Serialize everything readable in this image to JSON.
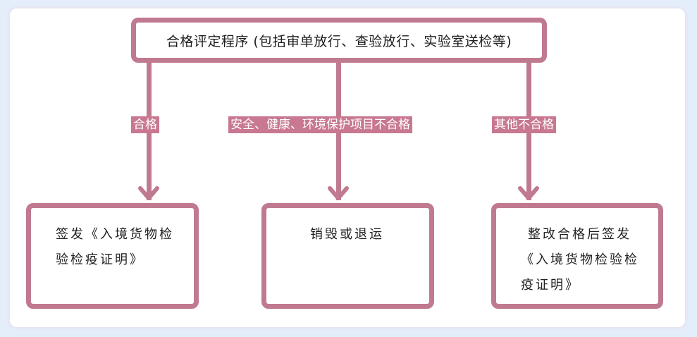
{
  "diagram": {
    "process_box": {
      "text": "合格评定程序 (包括审单放行、查验放行、实验室送检等)"
    },
    "branches": [
      {
        "condition": "合格",
        "result_lines": [
          "签发《入境货物检",
          "验检疫证明》"
        ]
      },
      {
        "condition": "安全、健康、环境保护项目不合格",
        "result_lines": [
          "销毁或退运"
        ]
      },
      {
        "condition": "其他不合格",
        "result_lines": [
          "整改合格后签发",
          "《入境货物检验检",
          "疫证明》"
        ]
      }
    ],
    "colors": {
      "border": "#c07a90",
      "label_bg": "#c87890",
      "label_text": "#ffffff",
      "background": "#e4eefa"
    }
  }
}
